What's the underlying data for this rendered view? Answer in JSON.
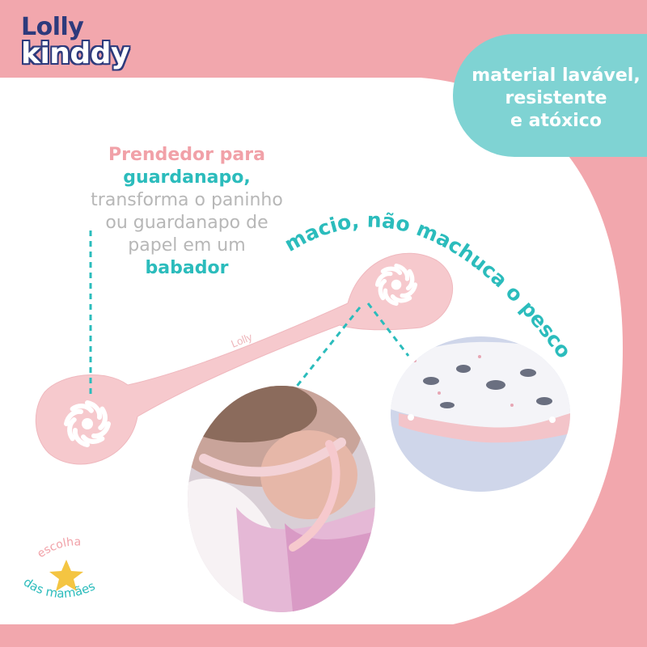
{
  "brand": {
    "line1": "Lolly",
    "line2": "kinddy"
  },
  "badge": {
    "line1": "material lavável,",
    "line2": "resistente",
    "line3": "e atóxico"
  },
  "description": {
    "line1": "Prendedor para",
    "line2": "guardanapo,",
    "line3": "transforma o paninho",
    "line4": "ou guardanapo de",
    "line5": "papel em um",
    "line6": "babador"
  },
  "tagline": "macio, não machuca o pescoço",
  "product_engraving": "Lolly",
  "seal": {
    "top": "escolha",
    "bottom": "das mamães"
  },
  "colors": {
    "background": "#f2a7ad",
    "teal": "#2bbcbc",
    "badge": "#7fd3d3",
    "navy": "#2d3a7c",
    "product": "#f6c9cd",
    "star": "#f4c542"
  }
}
